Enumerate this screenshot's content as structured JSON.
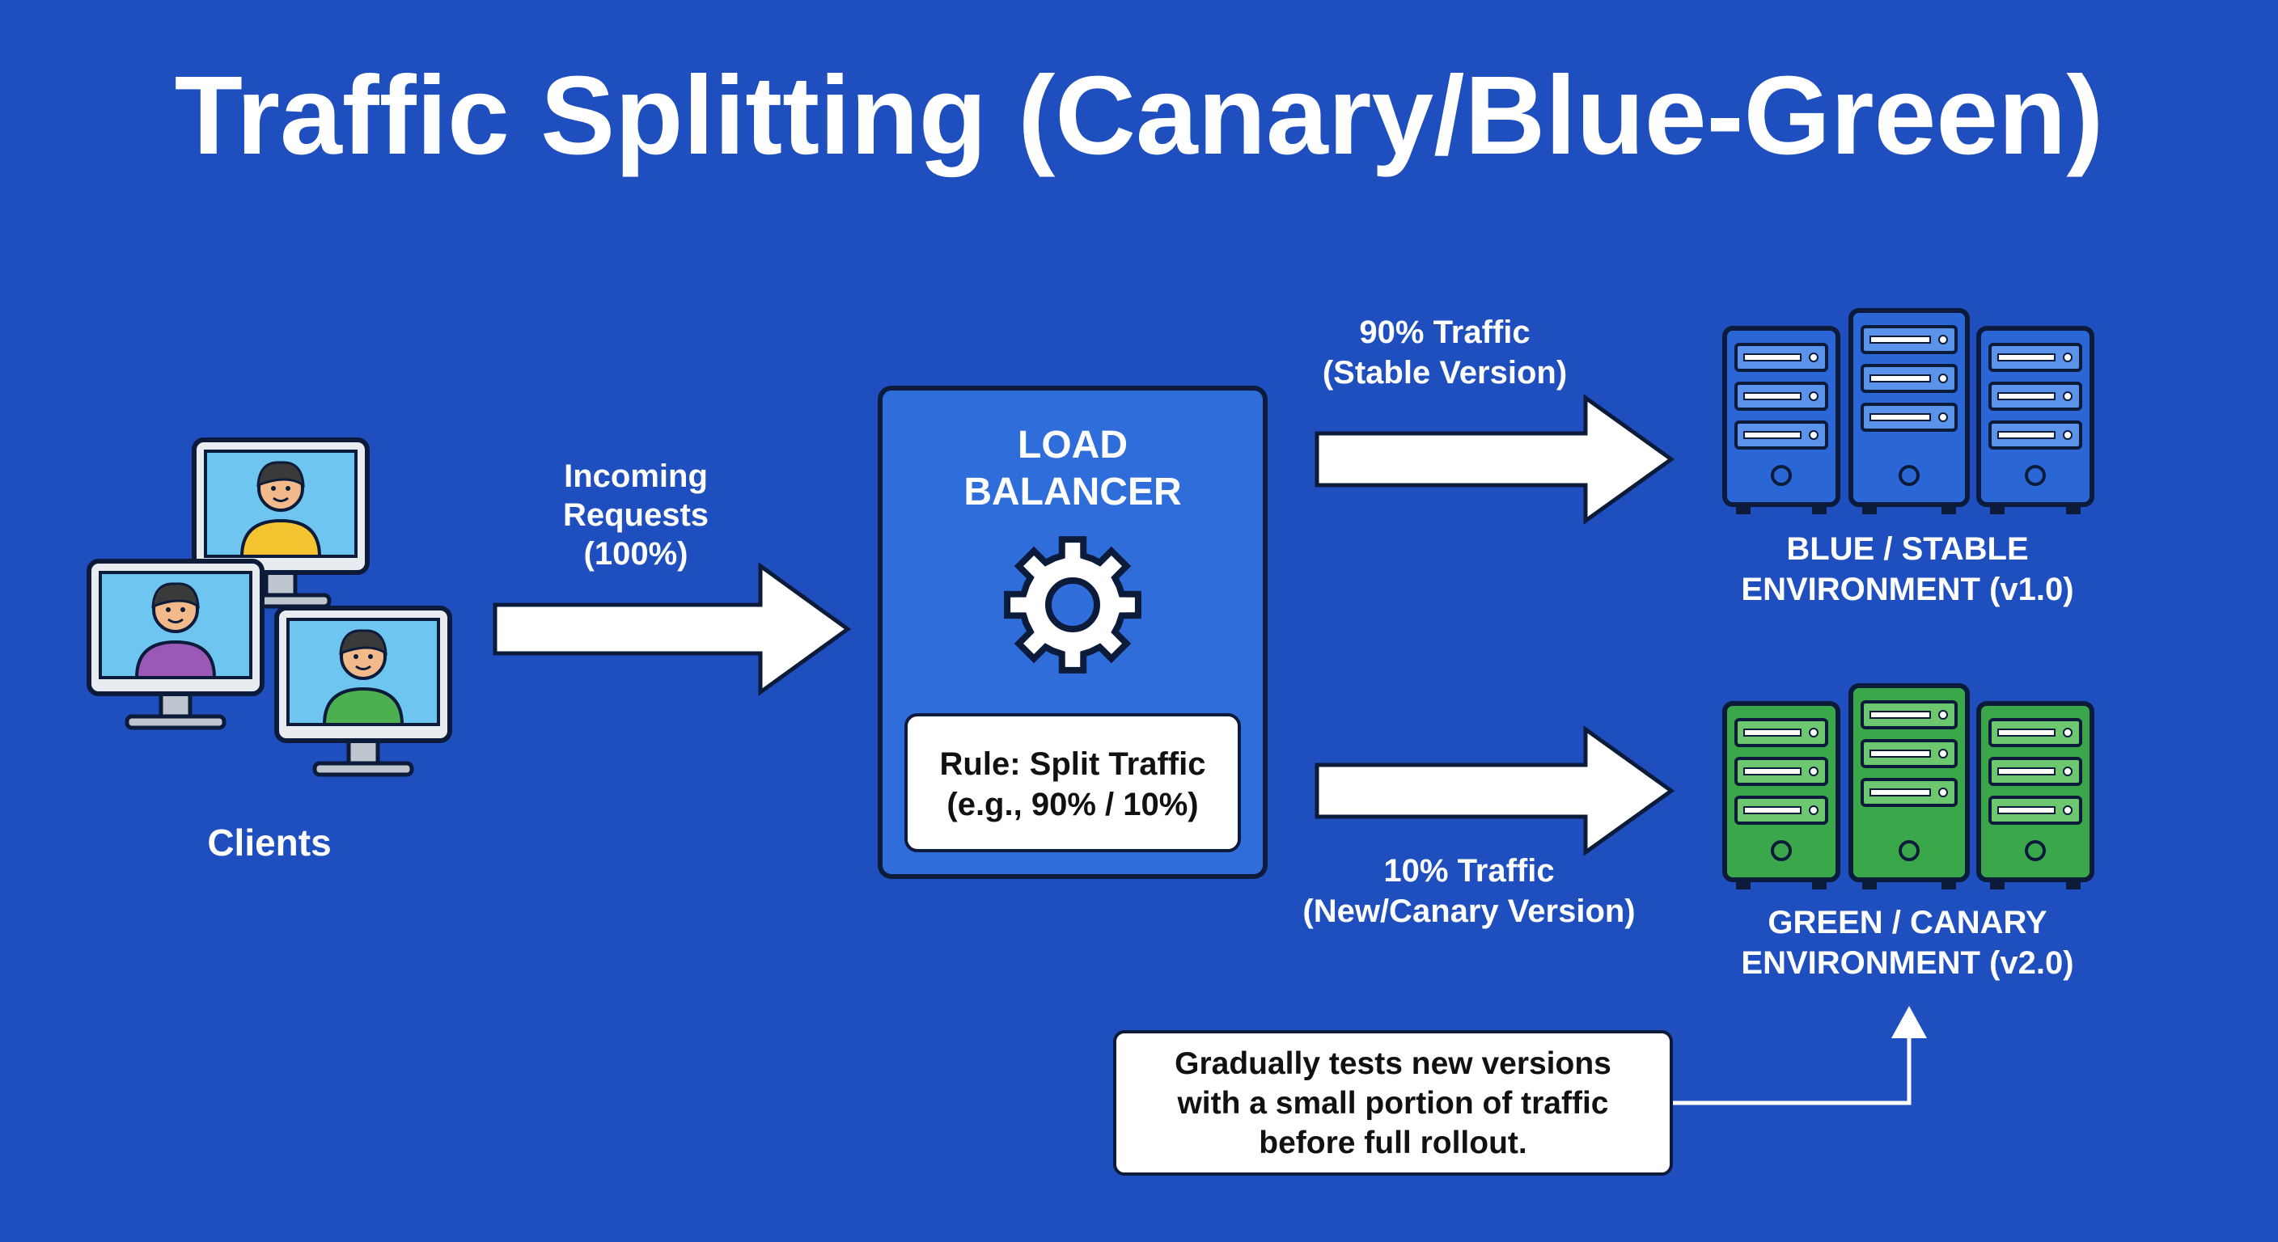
{
  "title": "Traffic Splitting (Canary/Blue-Green)",
  "clients": {
    "label": "Clients"
  },
  "incoming": {
    "line1": "Incoming",
    "line2": "Requests",
    "line3": "(100%)"
  },
  "load_balancer": {
    "line1": "LOAD",
    "line2": "BALANCER",
    "rule_line1": "Rule: Split Traffic",
    "rule_line2": "(e.g., 90% / 10%)"
  },
  "stable_route": {
    "line1": "90% Traffic",
    "line2": "(Stable Version)"
  },
  "canary_route": {
    "line1": "10% Traffic",
    "line2": "(New/Canary Version)"
  },
  "blue_env": {
    "line1": "BLUE / STABLE",
    "line2": "ENVIRONMENT (v1.0)"
  },
  "green_env": {
    "line1": "GREEN / CANARY",
    "line2": "ENVIRONMENT (v2.0)"
  },
  "note": {
    "line1": "Gradually tests new versions",
    "line2": "with a small portion of traffic",
    "line3": "before full rollout."
  },
  "colors": {
    "background": "#1f4fbf",
    "load_balancer": "#2f6ddb",
    "blue_server": "#2a66d6",
    "green_server": "#3aa84a",
    "outline": "#0d1b3a",
    "white": "#ffffff"
  }
}
